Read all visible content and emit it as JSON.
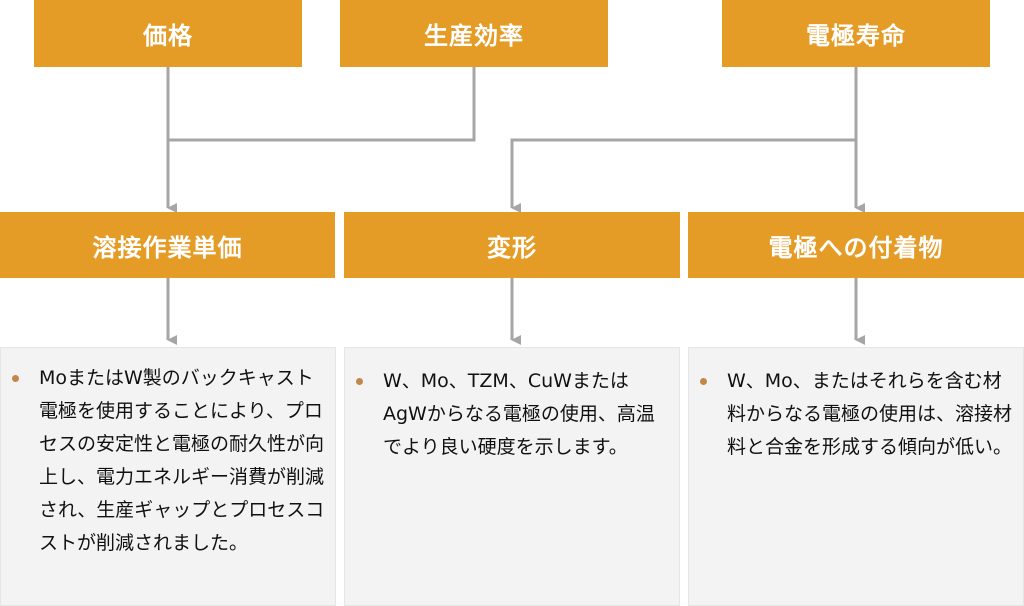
{
  "colors": {
    "box_fill": "#e59c27",
    "box_text": "#ffffff",
    "connector": "#a6a6a6",
    "card_fill": "#f3f3f3",
    "bullet": "#c1884a"
  },
  "top_boxes": {
    "price": "価格",
    "production_efficiency": "生産効率",
    "electrode_life": "電極寿命"
  },
  "middle_boxes": {
    "unit_cost": "溶接作業単価",
    "deformation": "変形",
    "adhesion": "電極への付着物"
  },
  "cards": {
    "unit_cost": "MoまたはW製のバックキャスト電極を使用することにより、プロセスの安定性と電極の耐久性が向上し、電力エネルギー消費が削減され、生産ギャップとプロセスコストが削減されました。",
    "deformation": "W、Mo、TZM、CuWまたはAgWからなる電極の使用、高温でより良い硬度を示します。",
    "adhesion": "W、Mo、またはそれらを含む材料からなる電極の使用は、溶接材料と合金を形成する傾向が低い。"
  }
}
